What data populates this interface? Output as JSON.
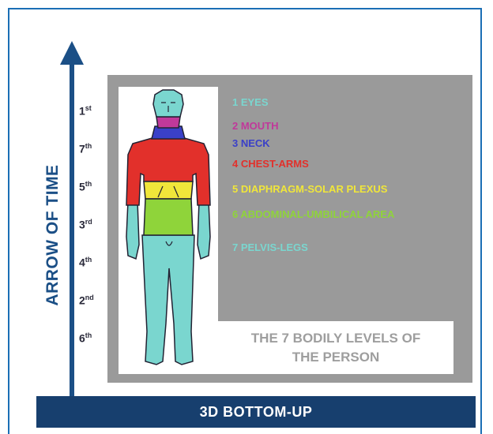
{
  "axis": {
    "label": "ARROW OF TIME",
    "ranks": [
      {
        "num": "1",
        "suffix": "st"
      },
      {
        "num": "7",
        "suffix": "th"
      },
      {
        "num": "5",
        "suffix": "th"
      },
      {
        "num": "3",
        "suffix": "rd"
      },
      {
        "num": "4",
        "suffix": "th"
      },
      {
        "num": "2",
        "suffix": "nd"
      },
      {
        "num": "6",
        "suffix": "th"
      }
    ]
  },
  "levels": [
    {
      "label": "1 EYES",
      "color": "#7ad6cf"
    },
    {
      "label": "2 MOUTH",
      "color": "#c0399a"
    },
    {
      "label": "3 NECK",
      "color": "#3a40c8"
    },
    {
      "label": "4 CHEST-ARMS",
      "color": "#e2302b"
    },
    {
      "label": "5 DIAPHRAGM-SOLAR PLEXUS",
      "color": "#f0e63a"
    },
    {
      "label": "6 ABDOMINAL-UMBILICAL AREA",
      "color": "#8fd43a"
    },
    {
      "label": "7 PELVIS-LEGS",
      "color": "#7ad6cf"
    }
  ],
  "caption": {
    "line1": "THE 7 BODILY LEVELS OF",
    "line2": "THE PERSON"
  },
  "footer": {
    "label": "3D BOTTOM-UP"
  },
  "colors": {
    "frame": "#1b6fb5",
    "arrow": "#1b4f86",
    "footer": "#173f6e",
    "panel": "#9a9a9a",
    "eyes_head": "#7ad6cf",
    "mouth": "#c0399a",
    "neck": "#3a40c8",
    "chest_arms": "#e2302b",
    "diaphragm": "#f0e63a",
    "abdomen": "#8fd43a",
    "pelvis_legs": "#7ad6cf"
  }
}
